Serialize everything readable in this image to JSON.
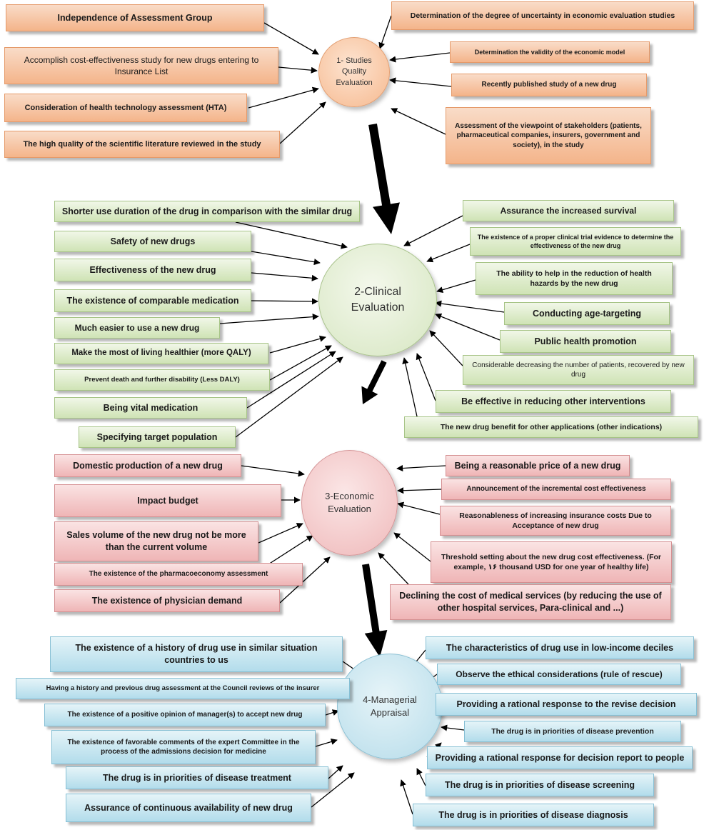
{
  "colors": {
    "orange": "#f4b48a",
    "green": "#cfe3b5",
    "red": "#efb5b6",
    "blue": "#b2dceb",
    "arrow": "#000000"
  },
  "stages": {
    "studies": "1- Studies\nQuality\nEvaluation",
    "clinical": "2-Clinical\nEvaluation",
    "economic": "3-Economic\nEvaluation",
    "managerial": "4-Managerial\nAppraisal"
  },
  "studies_quality": {
    "left": [
      "Independence of Assessment Group",
      "Accomplish cost-effectiveness study for new drugs entering to Insurance List",
      "Consideration of health technology assessment (HTA)",
      "The high quality of the scientific literature reviewed in the study"
    ],
    "right": [
      "Determination of the degree of uncertainty in economic evaluation studies",
      "Determination the validity of the economic model",
      "Recently published study of a new drug",
      "Assessment of the viewpoint of stakeholders (patients, pharmaceutical companies, insurers, government and society), in the study"
    ]
  },
  "clinical": {
    "left": [
      "Shorter use duration of the drug in comparison with the similar drug",
      "Safety of new drugs",
      "Effectiveness of the new drug",
      "The existence of comparable medication",
      "Much easier to use a new drug",
      "Make the most of living healthier (more QALY)",
      "Prevent death and further disability (Less DALY)",
      "Being vital medication",
      "Specifying target population"
    ],
    "right": [
      "Assurance the increased survival",
      "The existence of a proper clinical trial evidence to determine the effectiveness of the new drug",
      "The ability to help in the reduction of health hazards by the new drug",
      "Conducting age-targeting",
      "Public health promotion",
      "Considerable decreasing the number of patients, recovered by new drug",
      "Be effective in reducing other interventions",
      "The new drug benefit for other applications (other indications)"
    ]
  },
  "economic": {
    "left": [
      "Domestic production of a new drug",
      "Impact budget",
      "Sales volume of the new drug not be more than the current volume",
      "The existence of the pharmacoeconomy assessment",
      "The existence of physician demand"
    ],
    "right": [
      "Being a reasonable price of a new drug",
      "Announcement of the incremental cost effectiveness",
      "Reasonableness of increasing insurance costs Due to Acceptance of new drug",
      "Threshold setting about the new drug cost effectiveness. (For example, ١۶ thousand USD for one year of healthy life)",
      "Declining the cost of medical services (by reducing the use of other hospital services, Para-clinical and ...)"
    ]
  },
  "managerial": {
    "left": [
      "The existence of a history of drug use in similar situation countries to us",
      "Having a history and previous drug assessment at the Council reviews of the insurer",
      "The existence of a positive opinion of manager(s) to accept new drug",
      "The existence of favorable comments of the expert Committee in the process of the admissions decision for medicine",
      "The drug is in priorities of disease treatment",
      "Assurance of continuous availability of new drug"
    ],
    "right": [
      "The characteristics of drug use in low-income deciles",
      "Observe the ethical considerations (rule of rescue)",
      "Providing a rational response to the revise decision",
      "The drug is in priorities of disease prevention",
      "Providing a rational response for decision report to people",
      "The drug is in priorities of disease screening",
      "The drug is in priorities of disease diagnosis"
    ]
  }
}
